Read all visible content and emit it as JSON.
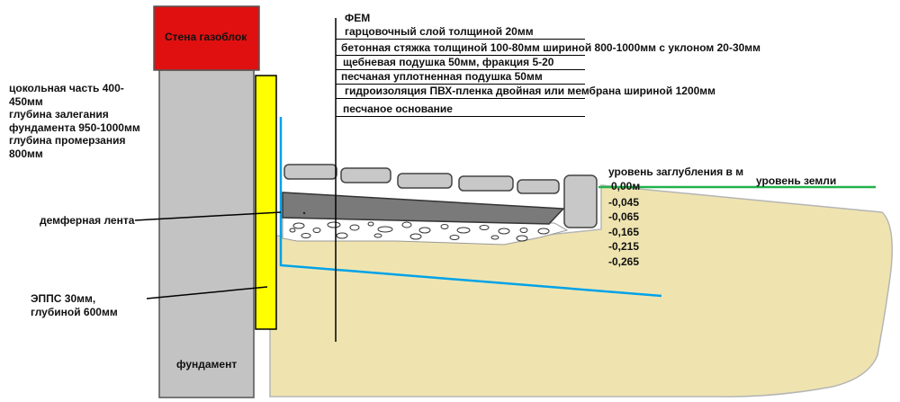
{
  "wall_label": "Стена газоблок",
  "foundation_label": "фундамент",
  "left_notes": {
    "plinth": "цокольная часть 400-450мм",
    "foundation_depth": "глубина залегания фундамента 950-1000мм",
    "freeze_depth": "глубина промерзания 800мм"
  },
  "damper_tape": "демферная лента",
  "epps": "ЭППС 30мм, глубиной 600мм",
  "fem_title": "ФЕМ",
  "layers": [
    "гарцовочный слой толщиной 20мм",
    "бетонная стяжка толщиной 100-80мм шириной 800-1000мм с уклоном 20-30мм",
    "щебневая подушка 50мм, фракция 5-20",
    "песчаная уплотненная подушка 50мм",
    "гидроизоляция ПВХ-пленка двойная или мембрана шириной 1200мм",
    "песчаное основание"
  ],
  "depth_title": "уровень заглубления в м",
  "ground_level": "уровень земли",
  "depths": [
    "0,00м",
    "-0,045",
    "-0,065",
    "-0,165",
    "-0,215",
    "-0,265"
  ],
  "colors": {
    "wall": "#e01010",
    "foundation": "#c3c3c3",
    "epps": "#ffff00",
    "sand": "#efe4b0",
    "screed": "#7a7a7a",
    "paving": "#c8c8c8",
    "membrane": "#00a2e8",
    "ground_line": "#22b14c"
  }
}
